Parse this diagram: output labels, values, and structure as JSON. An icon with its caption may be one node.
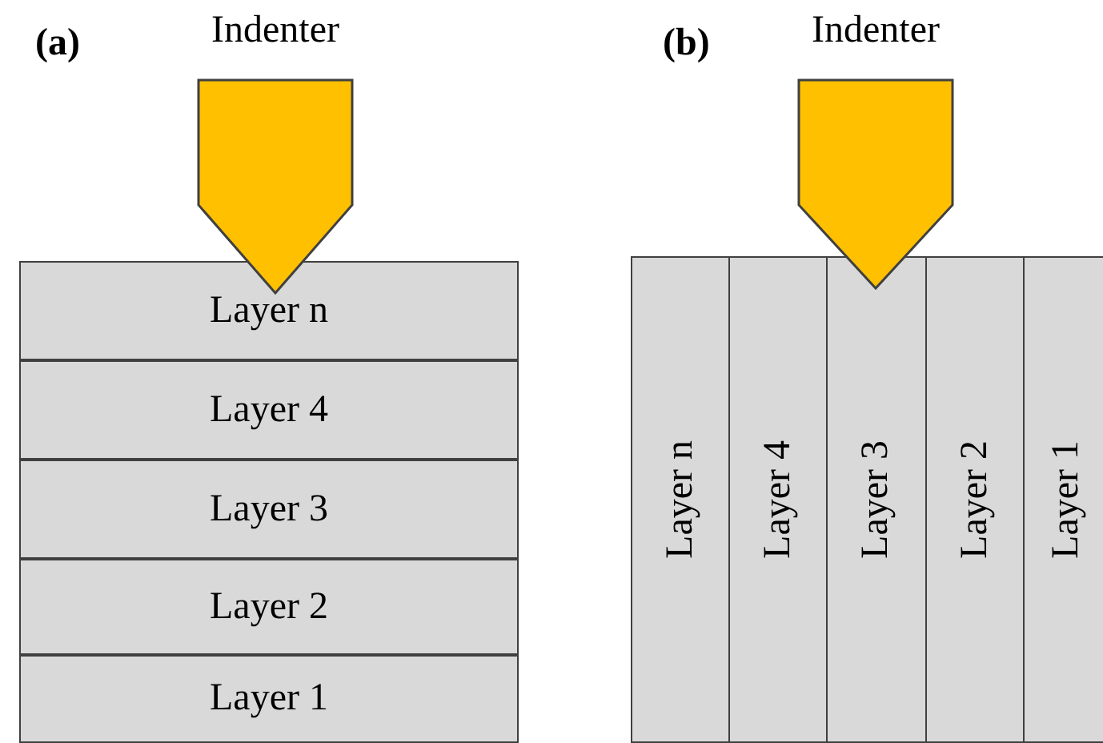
{
  "diagram": {
    "nodes": [
      {
        "text": [
          "Indenter"
        ]
      },
      {
        "text": [
          "Layer n"
        ]
      },
      {
        "text": [
          "Layer 4"
        ]
      },
      {
        "text": [
          "Layer 3"
        ]
      },
      {
        "text": [
          "Layer 2"
        ]
      },
      {
        "text": [
          "Layer 1"
        ]
      },
      {
        "text": [
          "Indenter"
        ]
      },
      {
        "text": [
          "Layer n"
        ]
      },
      {
        "text": [
          "Layer 4"
        ]
      },
      {
        "text": [
          "Layer 3"
        ]
      },
      {
        "text": [
          "Layer 2"
        ]
      },
      {
        "text": [
          "Layer 1"
        ]
      }
    ],
    "edges": [],
    "labels": [
      "(a)",
      "(b)"
    ]
  }
}
